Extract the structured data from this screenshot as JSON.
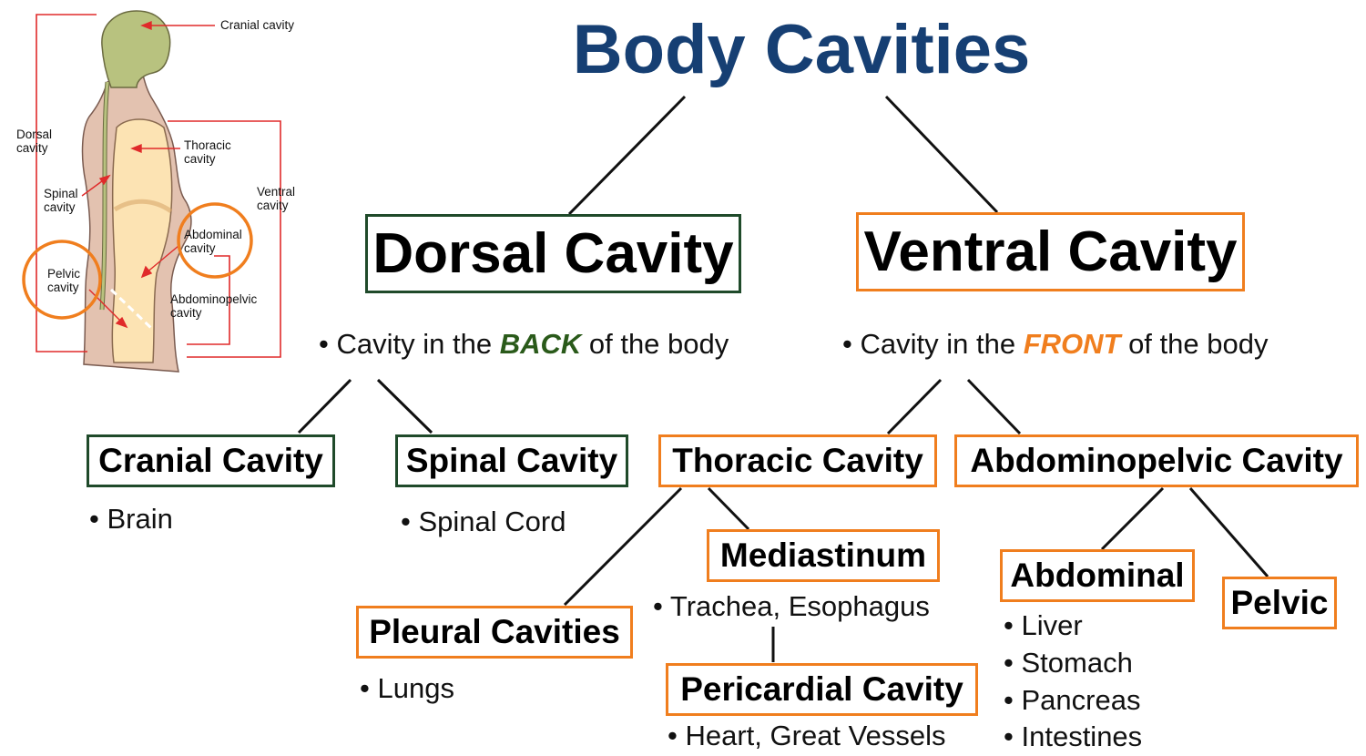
{
  "title": "Body Cavities",
  "dorsal": {
    "label": "Dorsal Cavity",
    "desc_prefix": "Cavity in the ",
    "desc_emphasis": "BACK",
    "desc_suffix": " of the body",
    "children": {
      "cranial": {
        "label": "Cranial Cavity",
        "items": [
          "Brain"
        ]
      },
      "spinal": {
        "label": "Spinal Cavity",
        "items": [
          "Spinal Cord"
        ]
      }
    }
  },
  "ventral": {
    "label": "Ventral Cavity",
    "desc_prefix": "Cavity in the ",
    "desc_emphasis": "FRONT",
    "desc_suffix": " of the body",
    "children": {
      "thoracic": {
        "label": "Thoracic Cavity"
      },
      "abdominopelvic": {
        "label": "Abdominopelvic Cavity"
      },
      "pleural": {
        "label": "Pleural Cavities",
        "items": [
          "Lungs"
        ]
      },
      "mediastinum": {
        "label": "Mediastinum",
        "items": [
          "Trachea, Esophagus"
        ]
      },
      "pericardial": {
        "label": "Pericardial Cavity",
        "items": [
          "Heart, Great Vessels"
        ]
      },
      "abdominal": {
        "label": "Abdominal",
        "items": [
          "Liver",
          "Stomach",
          "Pancreas",
          "Intestines"
        ]
      },
      "pelvic": {
        "label": "Pelvic"
      }
    }
  },
  "illustration": {
    "labels": {
      "cranial": "Cranial cavity",
      "dorsal_1": "Dorsal",
      "dorsal_2": "cavity",
      "thoracic_1": "Thoracic",
      "thoracic_2": "cavity",
      "ventral_1": "Ventral",
      "ventral_2": "cavity",
      "spinal_1": "Spinal",
      "spinal_2": "cavity",
      "abdominal_1": "Abdominal",
      "abdominal_2": "cavity",
      "pelvic_1": "Pelvic",
      "pelvic_2": "cavity",
      "abdominopelvic_1": "Abdominopelvic",
      "abdominopelvic_2": "cavity"
    }
  },
  "colors": {
    "title": "#163f73",
    "dorsal_accent": "#1f4a2a",
    "ventral_accent": "#f07e1e",
    "back_emphasis": "#2a5a1a",
    "front_emphasis": "#f07e1e",
    "connector": "#111111",
    "annotation": "#e02a2a",
    "cranial_fill": "#b8c27f",
    "body_fill": "#e3c2b0",
    "ventral_fill": "#fce3b3"
  },
  "bullet_char": "•"
}
